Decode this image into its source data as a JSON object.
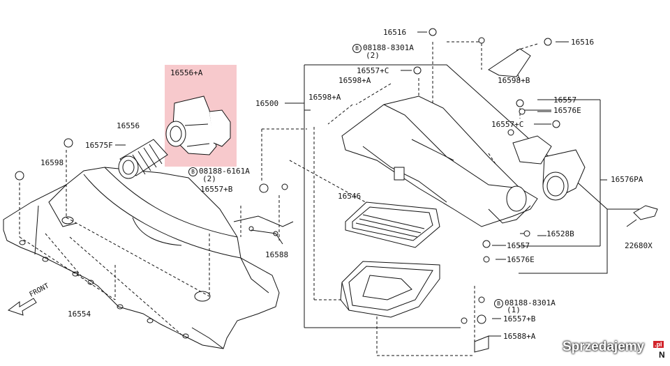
{
  "labels": {
    "p16516_top": "16516",
    "p08188_8301a_top": "08188-8301A",
    "p08188_8301a_top_qty": "(2)",
    "p16516_right": "16516",
    "p16557c_top": "16557+C",
    "p16598a_top": "16598+A",
    "p16598b": "16598+B",
    "p16598a_mid": "16598+A",
    "p16500": "16500",
    "p16557_r1": "16557",
    "p16576e_r1": "16576E",
    "p16557c_r": "16557+C",
    "p16556a": "16556+A",
    "p16556": "16556",
    "p16575f": "16575F",
    "p08188_6161a": "08188-6161A",
    "p08188_6161a_qty": "(2)",
    "p16557b_left": "16557+B",
    "p16598_left": "16598",
    "p16576pa": "16576PA",
    "p16546": "16546",
    "p16528b": "16528B",
    "p22680x": "22680X",
    "p16588_left": "16588",
    "p16557_r2": "16557",
    "p16576e_r2": "16576E",
    "front": "FRONT",
    "p08188_8301a_bot": "08188-8301A",
    "p08188_8301a_bot_qty": "(1)",
    "p16557b_bot": "16557+B",
    "p16588a": "16588+A",
    "p16554": "16554",
    "circle_b": "B"
  },
  "watermark": {
    "text": "Sprzedajemy",
    "badge": ".pl",
    "tail": "N"
  },
  "colors": {
    "highlight": "#f7c9cc",
    "line": "#111111"
  }
}
